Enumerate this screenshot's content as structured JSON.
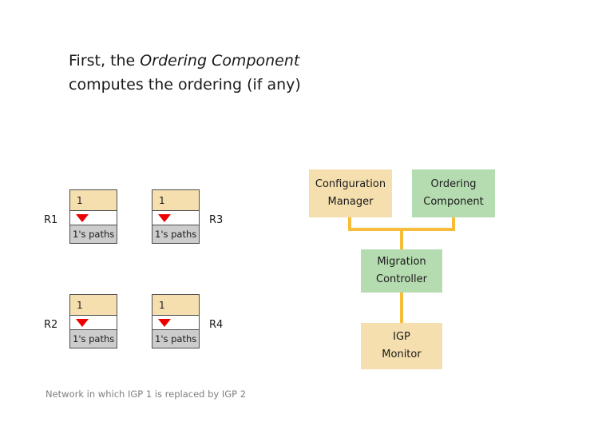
{
  "slide": {
    "title_line1_prefix": "First, the ",
    "title_line1_em": "Ordering Component",
    "title_line2": "computes the ordering (if any)",
    "caption": "Network in which IGP 1 is replaced by IGP 2"
  },
  "colors": {
    "tan": "#F5DFAF",
    "green": "#B5DBB0",
    "gray_band": "#CCCCCC",
    "connector_orange": "#F7BC3A",
    "marker_red": "#EE0000",
    "box_border": "#4D4D4D",
    "caption_gray": "#808080",
    "text": "#1A1A1A"
  },
  "network": {
    "routers": [
      {
        "label": "R1",
        "label_side": "left",
        "igp": "1",
        "paths": "1's paths",
        "marker": "down-triangle"
      },
      {
        "label": "R3",
        "label_side": "right",
        "igp": "1",
        "paths": "1's paths",
        "marker": "down-triangle"
      },
      {
        "label": "R2",
        "label_side": "left",
        "igp": "1",
        "paths": "1's paths",
        "marker": "down-triangle"
      },
      {
        "label": "R4",
        "label_side": "right",
        "igp": "1",
        "paths": "1's paths",
        "marker": "down-triangle"
      }
    ]
  },
  "architecture": {
    "boxes": [
      {
        "name": "configuration-manager",
        "line1": "Configuration",
        "line2": "Manager",
        "fill": "tan"
      },
      {
        "name": "ordering-component",
        "line1": "Ordering",
        "line2": "Component",
        "fill": "green"
      },
      {
        "name": "migration-controller",
        "line1": "Migration",
        "line2": "Controller",
        "fill": "green"
      },
      {
        "name": "igp-monitor",
        "line1": "IGP",
        "line2": "Monitor",
        "fill": "tan"
      }
    ]
  }
}
